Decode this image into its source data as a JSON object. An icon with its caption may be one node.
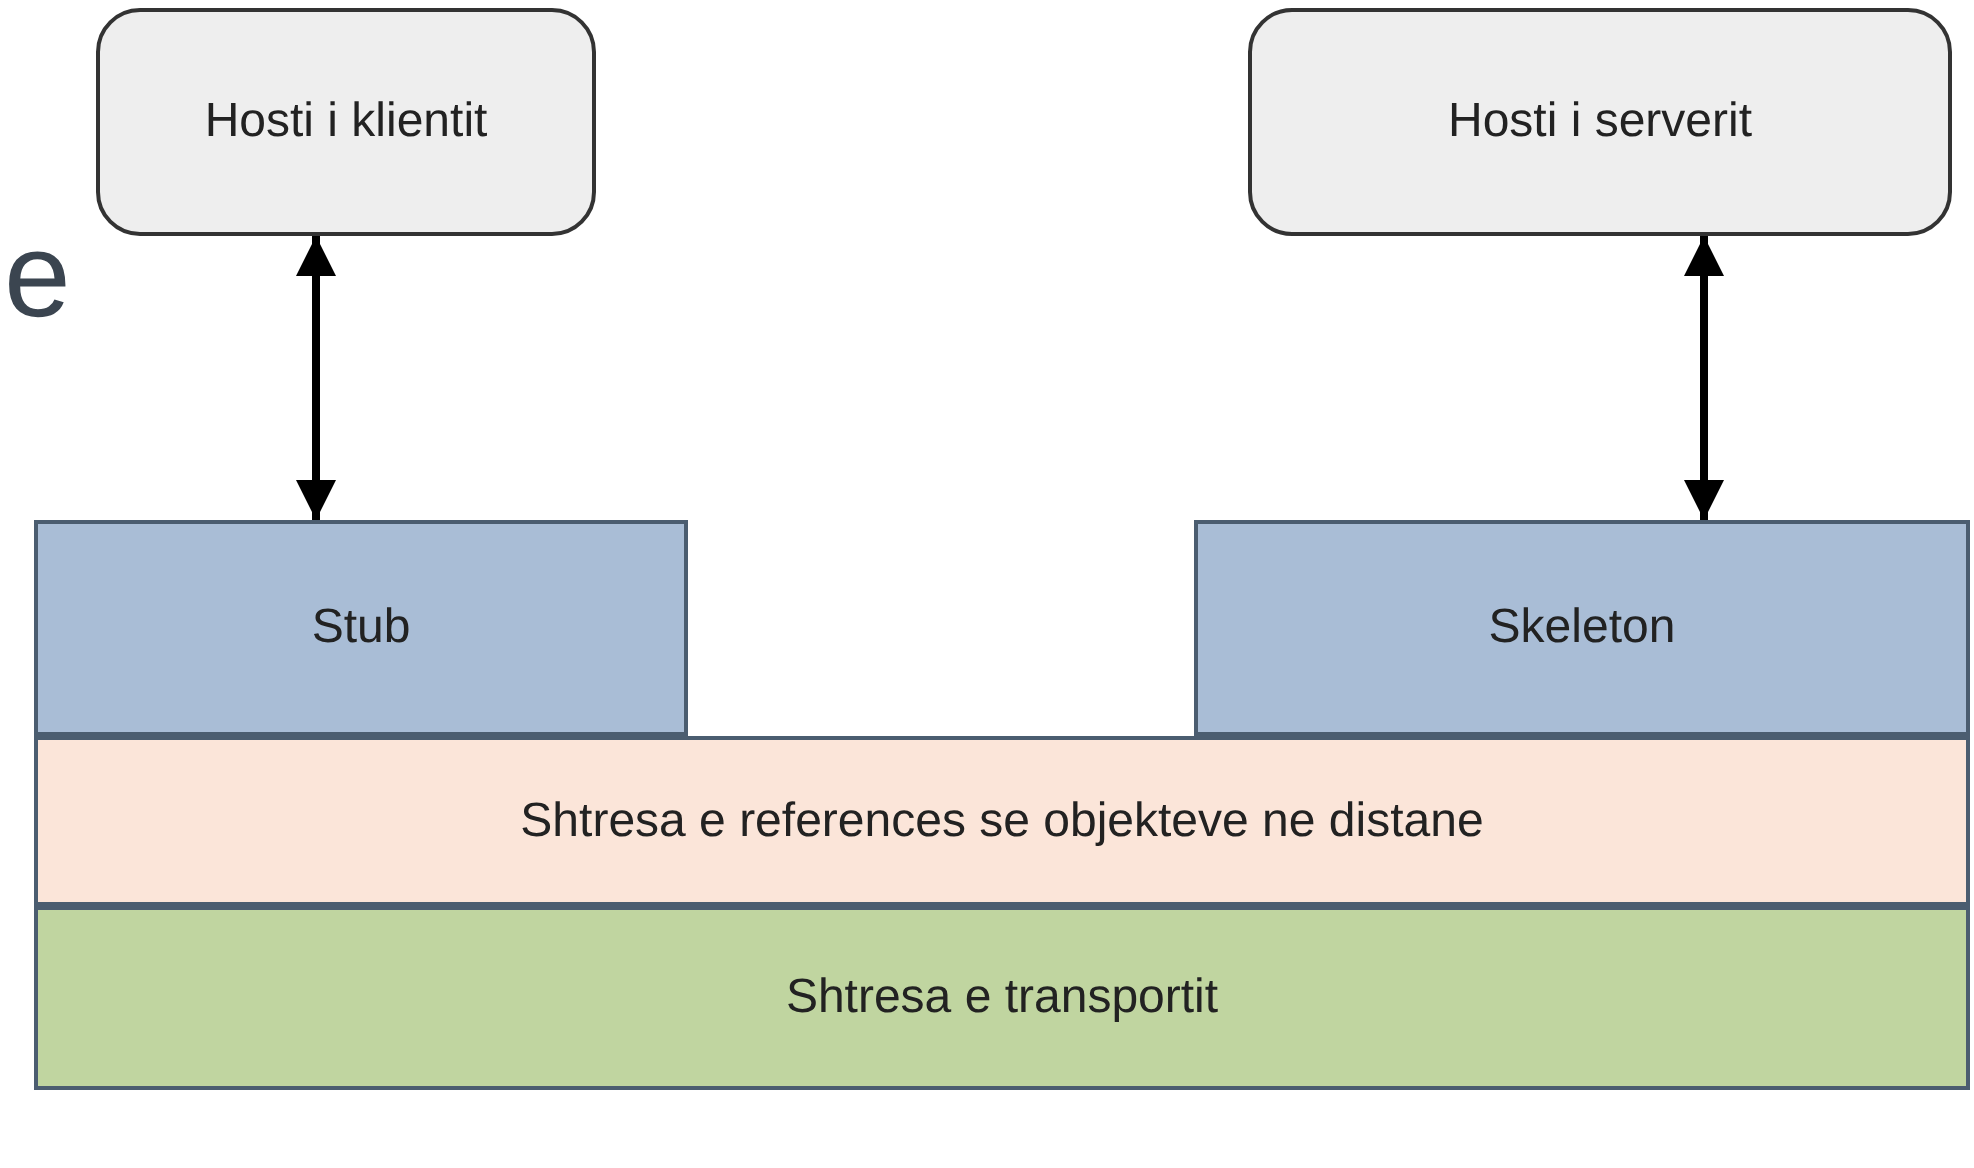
{
  "diagram": {
    "nodes": [
      {
        "text": [
          "Hosti i klientit"
        ]
      },
      {
        "text": [
          "Hosti i serverit"
        ]
      },
      {
        "text": [
          "Stub"
        ]
      },
      {
        "text": [
          "Skeleton"
        ]
      },
      {
        "text": [
          "Shtresa e references se objekteve ne distane"
        ]
      },
      {
        "text": [
          "Shtresa e transportit"
        ]
      }
    ],
    "edges": [
      {
        "from": 0,
        "to": 2,
        "arrow": "both"
      },
      {
        "from": 1,
        "to": 3,
        "arrow": "both"
      }
    ],
    "labels": [
      "e"
    ]
  }
}
